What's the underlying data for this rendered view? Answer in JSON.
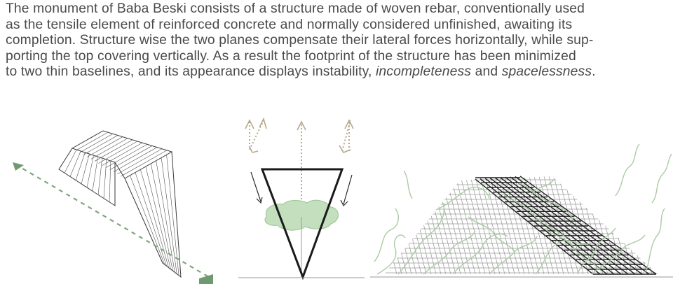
{
  "text": {
    "lines": [
      {
        "pre": "The monument of Baba Beski consists of a structure made of woven rebar, conventionally used"
      },
      {
        "pre": "as the tensile element of reinforced concrete and normally considered unfinished, awaiting its"
      },
      {
        "pre": "completion. Structure wise the two planes compensate their lateral forces horizontally, while sup-"
      },
      {
        "pre": "porting the top covering vertically. As a result the footprint of the structure has been minimized"
      },
      {
        "pre": "to two thin baselines, and its appearance displays instability, ",
        "em1": "incompleteness",
        "mid": " and ",
        "em2": "spacelessness",
        "post": "."
      }
    ]
  },
  "colors": {
    "text": "#4a4a4a",
    "green": "#7fa67f",
    "light_green": "#b5d6b0",
    "line": "#333333",
    "dotted": "#b8a98a"
  },
  "figures": [
    {
      "icon": "axonometric-structure-diagram"
    },
    {
      "icon": "force-diagram-with-tree"
    },
    {
      "icon": "rebar-overgrown-drawing"
    }
  ]
}
